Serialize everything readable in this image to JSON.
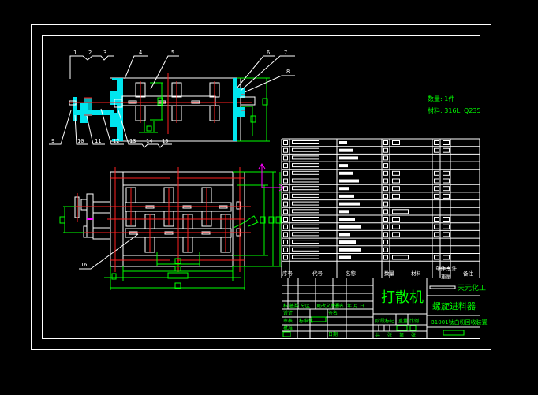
{
  "drawing": {
    "type": "CAD mechanical assembly drawing",
    "colors": {
      "background": "#000000",
      "outline": "#ffffff",
      "centerline": "#ff2020",
      "dimension": "#00ff00",
      "section_hatch": "#00e5ee",
      "ucs_axis": "#ff00ff"
    },
    "part_balloons_top": [
      "1",
      "2",
      "3",
      "4",
      "5",
      "6",
      "7",
      "8"
    ],
    "part_balloons_bottom": [
      "9",
      "10",
      "11",
      "12",
      "13",
      "14",
      "15"
    ],
    "part_balloon_lower_view": "16",
    "notes": {
      "quantity": "数量: 1件",
      "material": "材料: 316L. Q235"
    }
  },
  "bom": {
    "row_count": 16,
    "headers": {
      "seq": "序号",
      "code": "代号",
      "name": "名称",
      "qty": "数量",
      "material": "材料",
      "unit_weight": "单件",
      "total_weight": "总计",
      "weight": "重量",
      "remark": "备注"
    }
  },
  "title_block": {
    "product_name": "打散机",
    "company": "天元化工",
    "drawing_title": "螺旋进料器",
    "project": "B1001钛白粉回收装置",
    "revision_labels": [
      "标记",
      "处数",
      "分区",
      "更改文件号",
      "签名",
      "年.月.日"
    ],
    "role_labels": [
      "设计",
      "标准化",
      "审核",
      "工艺",
      "批准"
    ],
    "sign_label": "签名",
    "date_label": "日期",
    "stage_labels": [
      "阶段标记",
      "重量",
      "比例"
    ],
    "sheet_labels": [
      "共",
      "张",
      "第",
      "张"
    ]
  }
}
